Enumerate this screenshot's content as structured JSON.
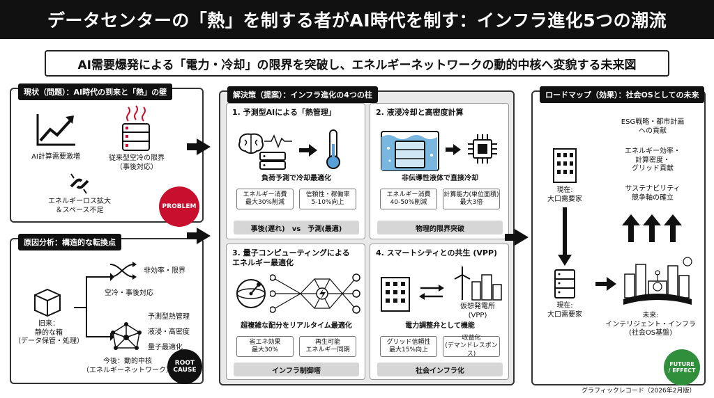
{
  "title": "データセンターの「熱」を制する者がAI時代を制す：インフラ進化5つの潮流",
  "subtitle": "AI需要爆発による「電力・冷却」の限界を突破し、エネルギーネットワークの動的中核へ変貌する未来図",
  "current": {
    "header": "現状（問題）：AI時代の到来と「熱」の壁",
    "demand_label": "AI計算需要激増",
    "cooling_label": "従来型空冷の限界\n（事後対応）",
    "loss_label": "エネルギーロス拡大\n＆スペース不足",
    "badge": "PROBLEM"
  },
  "cause": {
    "header": "原因分析：構造的な転換点",
    "old_label": "旧来：\n静的な箱\n（データ保管・処理）",
    "new_label": "今後：動的中核\n（エネルギーネットワーク）",
    "ineff_label": "非効率・限界",
    "aircool_label": "空冷・事後対応",
    "predict_label": "予測型熱管理",
    "immersion_label": "液浸・高密度",
    "quantum_label": "量子最適化",
    "badge": "ROOT\nCAUSE"
  },
  "solution": {
    "header": "解決策（提案）：インフラ進化の4つの柱",
    "cards": [
      {
        "title": "1. 予測型AIによる「熱管理」",
        "caption": "負荷予測で冷却最適化",
        "metric1": "エネルギー消費\n最大30%削減",
        "metric2": "信頼性・稼働率\n5-10%向上",
        "footer": "事後(遅れ)　vs　予測(最適)"
      },
      {
        "title": "2. 液浸冷却と高密度計算",
        "caption": "非伝導性液体で直接冷却",
        "metric1": "エネルギー消費\n40-50%削減",
        "metric2": "計算能力(単位面積)\n最大3倍",
        "footer": "物理的限界突破"
      },
      {
        "title": "3. 量子コンピューティングによる\nエネルギー最適化",
        "caption": "超複雑な配分をリアルタイム最適化",
        "metric1": "省エネ効果\n最大30%",
        "metric2": "再生可能\nエネルギー同期",
        "footer": "インフラ制御塔"
      },
      {
        "title": "4. スマートシティとの共生 (VPP)",
        "caption": "電力調整弁として機能",
        "vpp_label": "仮想発電所\n(VPP)",
        "metric1": "グリッド信頼性\n最大15%向上",
        "metric2": "収益化\n(デマンドレスポンス)",
        "footer": "社会インフラ化"
      }
    ]
  },
  "roadmap": {
    "header": "ロードマップ（効果）：社会OSとしての未来",
    "now_top": "現在:\n大口需要家",
    "now_bottom": "現在:\n大口需要家",
    "future_label": "未来:\nインテリジェント・インフラ\n(社会OS基盤)",
    "esg": "ESG戦略・都市計画\nへの貢献",
    "efficiency": "エネルギー効率・\n計算密度・\nグリッド貢献",
    "sustain": "サステナビリティ\n競争軸の確立",
    "badge": "FUTURE\n/ EFFECT"
  },
  "credit": "グラフィックレコード（2026年2月版）",
  "colors": {
    "problem_badge": "#c8102e",
    "future_badge": "#2f8f3a",
    "dark": "#111111",
    "water": "#7ab7e0"
  }
}
